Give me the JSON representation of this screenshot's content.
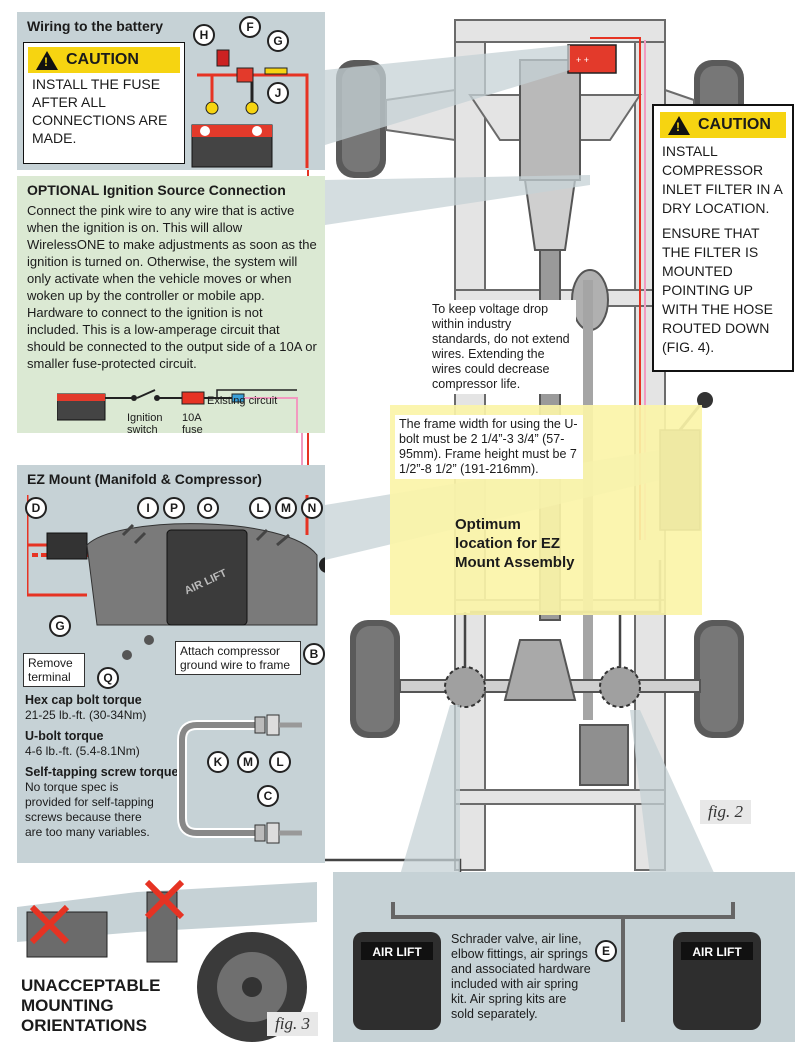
{
  "battery_panel": {
    "title": "Wiring to the battery",
    "caution_label": "CAUTION",
    "caution_text": "INSTALL THE FUSE AFTER ALL CONNECTIONS ARE MADE.",
    "callouts": [
      "H",
      "F",
      "G",
      "J"
    ]
  },
  "ignition_panel": {
    "title": "OPTIONAL Ignition Source Connection",
    "body": "Connect the pink wire to any wire that is active when the ignition is on. This will allow WirelessONE to make adjustments as soon as the ignition is turned on. Otherwise, the system will only activate when the vehicle moves or when woken up by the controller or mobile app. Hardware to connect to the ignition is not included. This is a low-amperage circuit that should be connected to the output side of a 10A or smaller fuse-protected circuit.",
    "existing_circuit": "Existing circuit",
    "ignition_switch": "Ignition switch",
    "fuse": "10A fuse"
  },
  "ezmount_panel": {
    "title": "EZ Mount (Manifold & Compressor)",
    "callouts": [
      "D",
      "I",
      "P",
      "O",
      "L",
      "M",
      "N",
      "G",
      "Q",
      "B",
      "K",
      "M",
      "L",
      "C"
    ],
    "remove_terminal": "Remove terminal",
    "ground_note": "Attach compressor ground wire to frame",
    "compressor_brand": "AIR LIFT",
    "torque": [
      {
        "label": "Hex cap bolt torque",
        "value": "21-25 lb.-ft. (30-34Nm)"
      },
      {
        "label": "U-bolt torque",
        "value": "4-6 lb.-ft. (5.4-8.1Nm)"
      },
      {
        "label": "Self-tapping screw torque",
        "value": "No torque spec is provided for self-tapping screws because there are too many variables."
      }
    ]
  },
  "right_caution": {
    "label": "CAUTION",
    "text1": "INSTALL COMPRESSOR INLET FILTER IN A DRY LOCATION.",
    "text2": "ENSURE THAT THE FILTER IS MOUNTED POINTING UP WITH THE HOSE ROUTED DOWN (FIG. 4)."
  },
  "voltage_note": "To keep voltage drop within industry standards, do not extend wires. Extending the wires could decrease compressor life.",
  "frame_note": "The frame width for using the U-bolt must be 2 1/4”-3 3/4” (57-95mm). Frame height must be 7 1/2”-8 1/2” (191-216mm).",
  "optimum": "Optimum location for EZ Mount Assembly",
  "fig2": "fig. 2",
  "fig3": "fig. 3",
  "unacceptable": "UNACCEPTABLE MOUNTING ORIENTATIONS",
  "airspring_panel": {
    "callout": "E",
    "brand": "AIR LIFT",
    "text": "Schrader valve, air line, elbow fittings, air springs and associated hardware included with air spring kit. Air spring kits are sold separately."
  },
  "colors": {
    "panel_gray": "#c6d2d6",
    "panel_green": "#dbe9d3",
    "caution_yellow": "#f6d411",
    "zone_yellow": "#fbf4a8",
    "wire_red": "#e63323",
    "wire_pink": "#f29ac0"
  }
}
